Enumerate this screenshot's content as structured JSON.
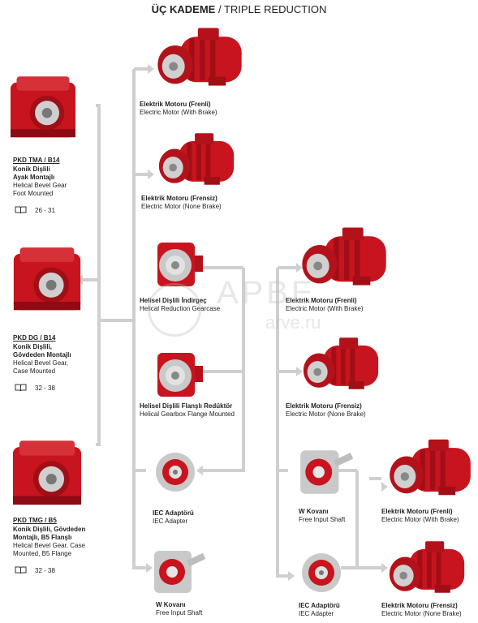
{
  "title": {
    "bold": "ÜÇ KADEME",
    "rest": " / TRIPLE REDUCTION"
  },
  "watermark": {
    "name": "APBE",
    "site": "arve.ru"
  },
  "colors": {
    "product_red": "#c8141e",
    "connector_gray": "#cfcfcf"
  },
  "left_products": [
    {
      "code": "PKD TMA / B14",
      "tr1": "Konik Dişlili",
      "tr2": "Ayak Montajlı",
      "en1": "Helical Bevel Gear",
      "en2": "Foot Mounted",
      "pages": "26 - 31"
    },
    {
      "code": "PKD DG / B14",
      "tr1": "Konik Dişlili,",
      "tr2": "Gövdeden Montajlı",
      "en1": "Helical Bevel Gear,",
      "en2": "Case Mounted",
      "pages": "32 - 38"
    },
    {
      "code": "PKD TMG / B5",
      "tr1": "Konik Dişlili, Gövdeden",
      "tr2": "Montajlı, B5 Flanşlı",
      "en1": "Helical Bevel Gear, Case",
      "en2": "Mounted, B5 Flange",
      "pages": "32 - 38"
    }
  ],
  "middle": [
    {
      "tr": "Elektrik Motoru (Frenli)",
      "en": "Electric Motor (With Brake)"
    },
    {
      "tr": "Elektrik Motoru (Frensiz)",
      "en": "Electric Motor (None Brake)"
    },
    {
      "tr": "Helisel Dişlili İndirgeç",
      "en": "Helical Reduction Gearcase"
    },
    {
      "tr": "Helisel Dişlili Flanşlı Redüktör",
      "en": "Helical Gearbox Flange Mounted"
    },
    {
      "tr": "IEC Adaptörü",
      "en": "IEC Adapter"
    },
    {
      "tr": "W Kovanı",
      "en": "Free Input Shaft"
    }
  ],
  "right": [
    {
      "tr": "Elektrik Motoru (Frenli)",
      "en": "Electric Motor (With Brake)"
    },
    {
      "tr": "Elektrik Motoru (Frensiz)",
      "en": "Electric Motor (None Brake)"
    },
    {
      "tr": "W Kovanı",
      "en": "Free Input Shaft"
    },
    {
      "tr": "IEC Adaptörü",
      "en": "IEC Adapter"
    }
  ],
  "far_right": [
    {
      "tr": "Elektrik Motoru (Frenli)",
      "en": "Electric Motor (With Brake)"
    },
    {
      "tr": "Elektrik Motoru (Frensiz)",
      "en": "Electric Motor (None Brake)"
    }
  ]
}
